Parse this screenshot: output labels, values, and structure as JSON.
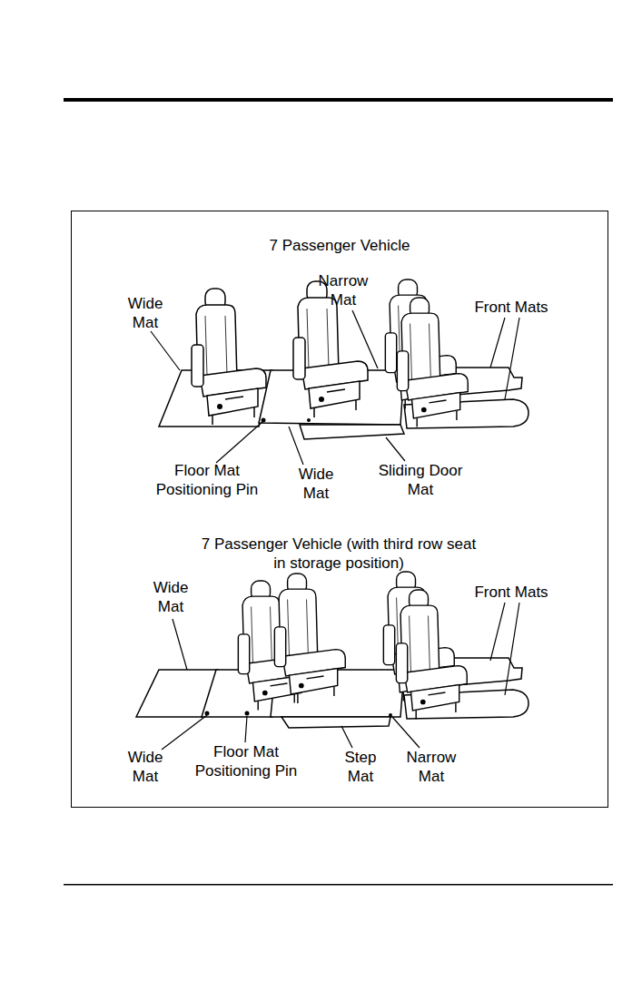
{
  "diagram": {
    "labels": [
      "7 Passenger Vehicle",
      "Wide Mat",
      "Narrow Mat",
      "Front Mats",
      "Floor Mat Positioning Pin",
      "Wide Mat",
      "Sliding Door Mat",
      "7 Passenger Vehicle (with third row seat in storage position)",
      "Wide Mat",
      "Front Mats",
      "Wide Mat",
      "Floor Mat Positioning Pin",
      "Step Mat",
      "Narrow Mat"
    ]
  }
}
